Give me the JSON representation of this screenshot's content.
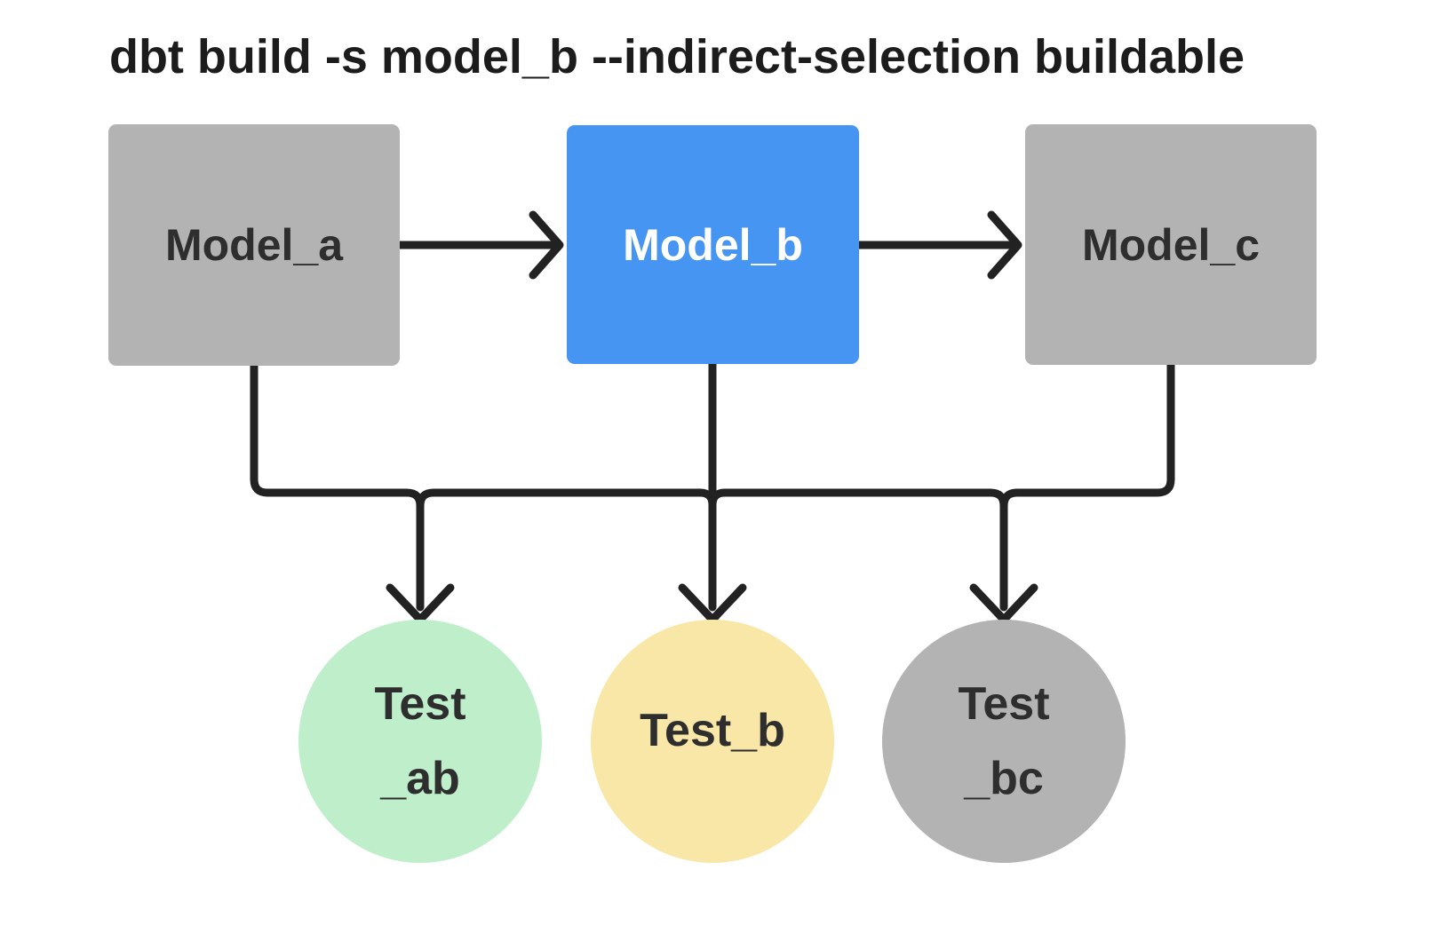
{
  "title": "dbt build -s model_b --indirect-selection buildable",
  "colors": {
    "line": "#222222",
    "title_text": "#1c1c1c",
    "node_text_dark": "#2e2e2e",
    "node_text_light": "#ffffff",
    "model_gray": "#b3b3b3",
    "model_selected_blue": "#4795f2",
    "test_green": "#bfefca",
    "test_yellow": "#f8e7a6",
    "test_gray": "#b3b3b3"
  },
  "nodes": {
    "models": [
      {
        "id": "model_a",
        "label": "Model_a",
        "color": "#b3b3b3",
        "text_color": "#2e2e2e"
      },
      {
        "id": "model_b",
        "label": "Model_b",
        "color": "#4795f2",
        "text_color": "#ffffff"
      },
      {
        "id": "model_c",
        "label": "Model_c",
        "color": "#b3b3b3",
        "text_color": "#2e2e2e"
      }
    ],
    "tests": [
      {
        "id": "test_ab",
        "lines": [
          "Test",
          "_ab"
        ],
        "color": "#bfefca",
        "text_color": "#2e2e2e"
      },
      {
        "id": "test_b",
        "lines": [
          "Test_b"
        ],
        "color": "#f8e7a6",
        "text_color": "#2e2e2e"
      },
      {
        "id": "test_bc",
        "lines": [
          "Test",
          "_bc"
        ],
        "color": "#b3b3b3",
        "text_color": "#2e2e2e"
      }
    ]
  }
}
